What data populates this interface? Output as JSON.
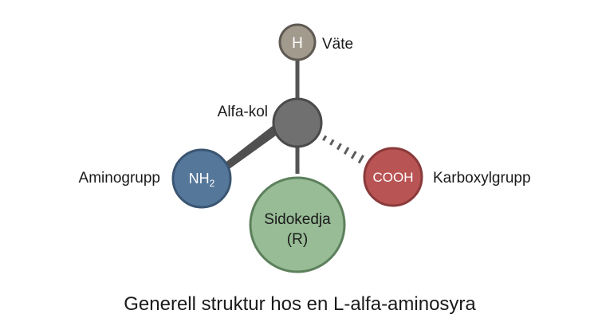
{
  "atoms": {
    "hydrogen": {
      "symbol": "H",
      "label": "Väte",
      "color": "#a39a8e"
    },
    "alpha_carbon": {
      "label": "Alfa-kol",
      "color": "#707070"
    },
    "amino_group": {
      "symbol_main": "NH",
      "symbol_sub": "2",
      "label": "Aminogrupp",
      "color": "#55779a"
    },
    "carboxyl_group": {
      "symbol": "COOH",
      "label": "Karboxylgrupp",
      "color": "#b95454"
    },
    "side_chain": {
      "line1": "Sidokedja",
      "line2": "(R)",
      "color": "#97bc96"
    }
  },
  "caption": "Generell struktur hos en L-alfa-aminosyra"
}
